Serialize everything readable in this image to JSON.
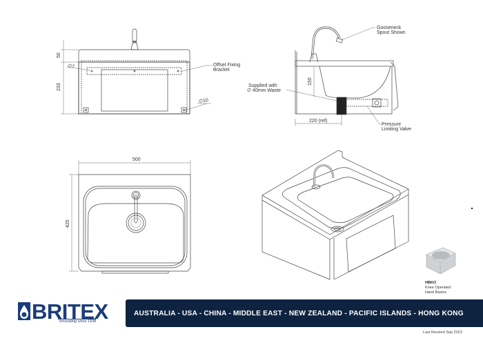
{
  "document": {
    "type": "technical drawing",
    "product": "Knee Operated Hand Basin"
  },
  "views": {
    "front": {
      "dims": {
        "top_height": "50",
        "body_height": "233",
        "hole_small": "∅7",
        "hole_large": "∅10"
      },
      "callouts": {
        "bracket_line1": "Offset Fixing",
        "bracket_line2": "Bracket"
      }
    },
    "side": {
      "dims": {
        "depth_height": "150",
        "ref_width": "220 (ref)"
      },
      "callouts": {
        "spout_line1": "Gooseneck",
        "spout_line2": "Spout Shown",
        "waste_line1": "Supplied with",
        "waste_line2": "∅ 40mm Waste",
        "valve_line1": "Pressure",
        "valve_line2": "Limiting Valve"
      }
    },
    "top": {
      "dims": {
        "width": "500",
        "depth": "425"
      }
    },
    "isometric": {}
  },
  "product_card": {
    "code": "HBKO",
    "desc_line1": "Knee Operated",
    "desc_line2": "Hand Basins"
  },
  "footer": {
    "logo_text": "BRITEX",
    "logo_tagline": "innovating since 1938",
    "regions": "AUSTRALIA - USA - CHINA - MIDDLE EAST - NEW ZEALAND - PACIFIC ISLANDS - HONG KONG",
    "revised": "Last Revised Sep 2023"
  },
  "colors": {
    "brand_blue": "#1a3c7a",
    "banner_navy": "#0e2340",
    "line": "#444444"
  }
}
